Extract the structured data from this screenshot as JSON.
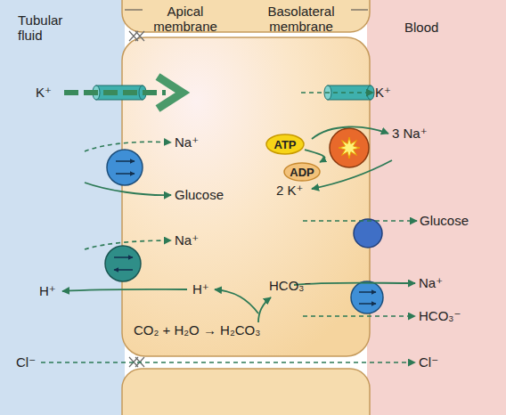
{
  "diagram": {
    "nodes": [
      {
        "text": [
          "Tubular fluid"
        ]
      },
      {
        "text": [
          "Blood"
        ]
      },
      {
        "text": [
          "ATP"
        ]
      },
      {
        "text": [
          "ADP"
        ]
      }
    ],
    "edges": [
      {
        "from": 2,
        "to": 3,
        "arrow": "to"
      }
    ],
    "labels": [
      "Apical membrane",
      "Basolateral membrane",
      "K⁺",
      "K⁺",
      "3 Na⁺",
      "Na⁺",
      "Glucose",
      "2 K⁺",
      "Glucose",
      "Na⁺",
      "H⁺",
      "H⁺",
      "HCO₃⁻",
      "Na⁺",
      "HCO₃⁻",
      "CO₂ + H₂O → H₂CO₃",
      "Cl⁻",
      "Cl⁻"
    ]
  }
}
